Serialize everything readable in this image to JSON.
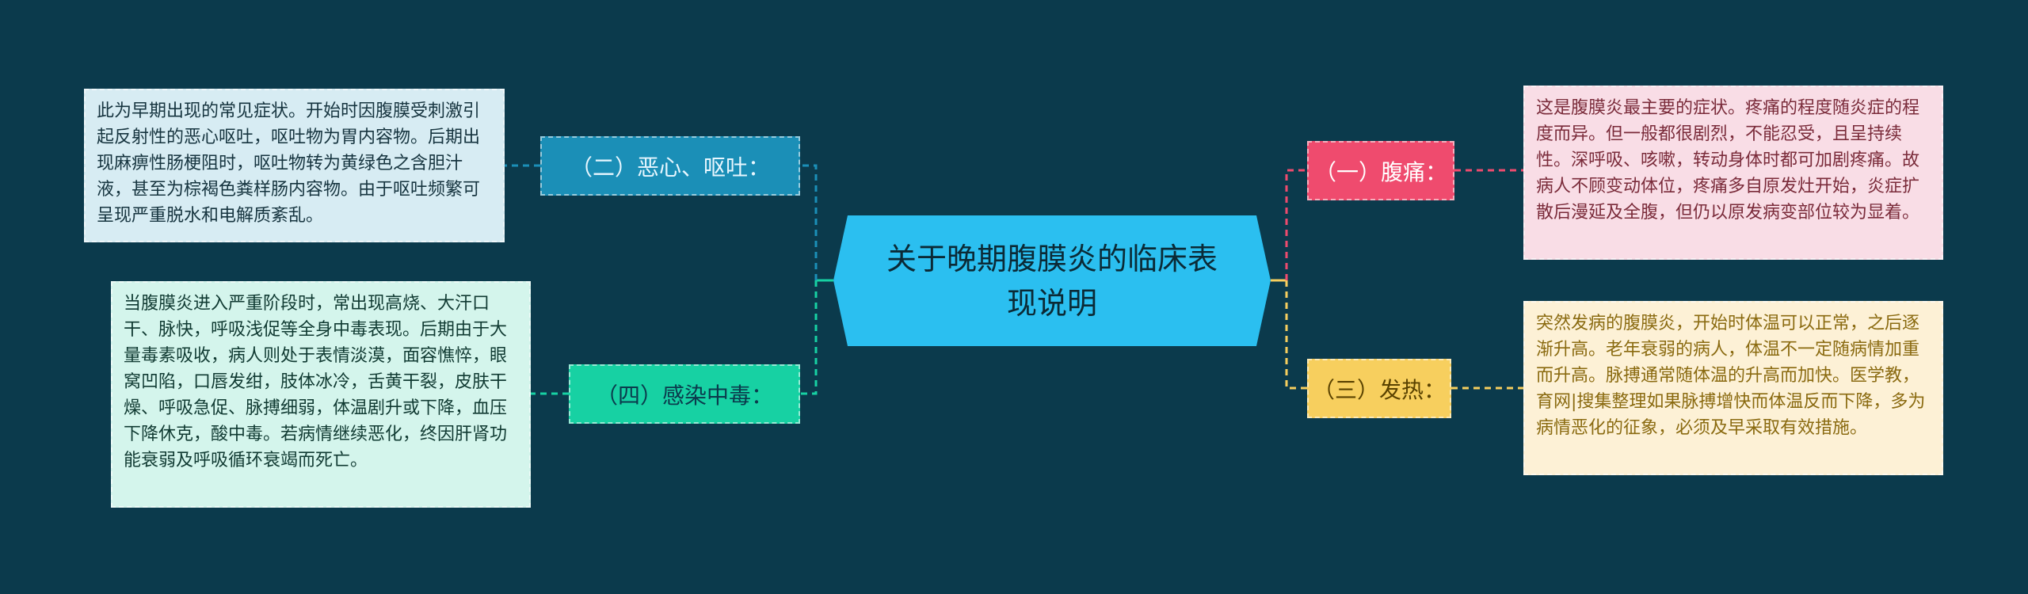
{
  "central": {
    "title": "关于晚期腹膜炎的临床表现说明"
  },
  "branches": [
    {
      "label": "（一）腹痛：",
      "note": "这是腹膜炎最主要的症状。疼痛的程度随炎症的程度而异。但一般都很剧烈，不能忍受，且呈持续性。深呼吸、咳嗽，转动身体时都可加剧疼痛。故病人不顾变动体位，疼痛多自原发灶开始，炎症扩散后漫延及全腹，但仍以原发病变部位较为显着。"
    },
    {
      "label": "（二）恶心、呕吐：",
      "note": "此为早期出现的常见症状。开始时因腹膜受刺激引起反射性的恶心呕吐，呕吐物为胃内容物。后期出现麻痹性肠梗阻时，呕吐物转为黄绿色之含胆汁液，甚至为棕褐色粪样肠内容物。由于呕吐频繁可呈现严重脱水和电解质紊乱。"
    },
    {
      "label": "（三）发热：",
      "note": "突然发病的腹膜炎，开始时体温可以正常，之后逐渐升高。老年衰弱的病人，体温不一定随病情加重而升高。脉搏通常随体温的升高而加快。医学教，育网|搜集整理如果脉搏增快而体温反而下降，多为病情恶化的征象，必须及早采取有效措施。"
    },
    {
      "label": "（四）感染中毒：",
      "note": "当腹膜炎进入严重阶段时，常出现高烧、大汗口干、脉快，呼吸浅促等全身中毒表现。后期由于大量毒素吸收，病人则处于表情淡漠，面容憔悴，眼窝凹陷，口唇发绀，肢体冰冷，舌黄干裂，皮肤干燥、呼吸急促、脉搏细弱，体温剧升或下降，血压下降休克，酸中毒。若病情继续恶化，终因肝肾功能衰弱及呼吸循环衰竭而死亡。"
    }
  ],
  "colors": {
    "background": "#0b3a4c",
    "central": "#2bbff0",
    "branch1": "#ef4b6e",
    "branch2": "#1b8fb7",
    "branch3": "#f7cf5e",
    "branch4": "#17d1a3",
    "note1": "#f9dde6",
    "note2": "#d7ecf3",
    "note3": "#fdf1d6",
    "note4": "#d4f5ec"
  }
}
